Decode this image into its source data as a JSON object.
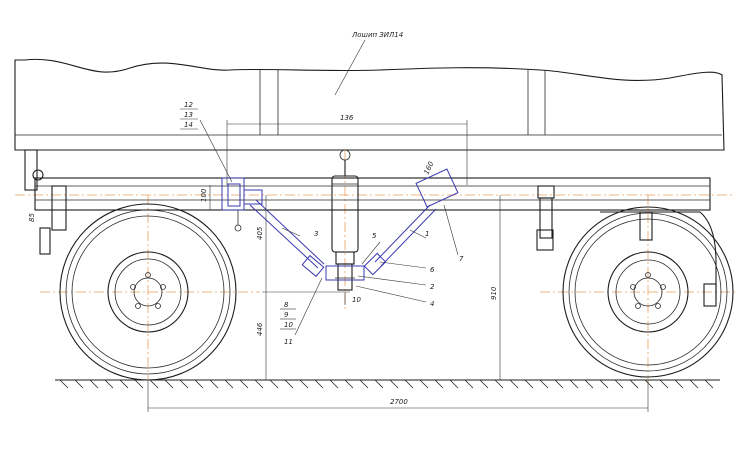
{
  "drawing": {
    "caption": "Лошип ЗИЛ14",
    "callouts": {
      "c1": "1",
      "c2": "2",
      "c3": "3",
      "c4": "4",
      "c5": "5",
      "c6": "6",
      "c7": "7",
      "c8": "8",
      "c9": "9",
      "c10": "10",
      "c11": "11",
      "c12": "12",
      "c13": "13",
      "c14": "14"
    },
    "dimensions": {
      "top_span": "136",
      "wheelbase": "2700",
      "left_height": "446",
      "right_height": "910",
      "left_arm": "405",
      "block_left": "100",
      "block_right": "160",
      "small_gap": "10",
      "left_edge": "85"
    },
    "colors": {
      "axis": "#e8a060",
      "parts": "#3a3ab0",
      "line": "#1c1c1c"
    }
  }
}
